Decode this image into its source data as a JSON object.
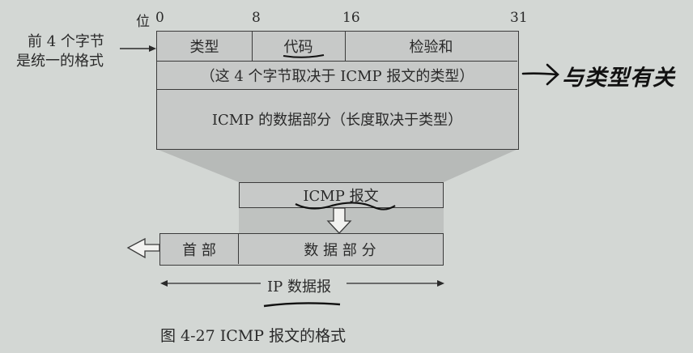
{
  "bit_labels": {
    "prefix": "位",
    "b0": "0",
    "b8": "8",
    "b16": "16",
    "b31": "31"
  },
  "side_note": {
    "line1": "前 4 个字节",
    "line2": "是统一的格式"
  },
  "header_fields": {
    "type": "类型",
    "code": "代码",
    "checksum": "检验和"
  },
  "rest_of_header": "（这 4 个字节取决于 ICMP 报文的类型）",
  "data_section": "ICMP 的数据部分（长度取决于类型）",
  "icmp_message": "ICMP 报文",
  "ip_datagram": {
    "header": "首 部",
    "data": "数 据 部 分",
    "label": "IP 数据报"
  },
  "handwritten_note": "与类型有关",
  "caption": "图 4-27    ICMP 报文的格式",
  "colors": {
    "box_fill": "#c7c9c8",
    "trapezoid_fill": "#b7bab8",
    "ink": "#1a1a1a",
    "line": "#3b3b3b"
  }
}
